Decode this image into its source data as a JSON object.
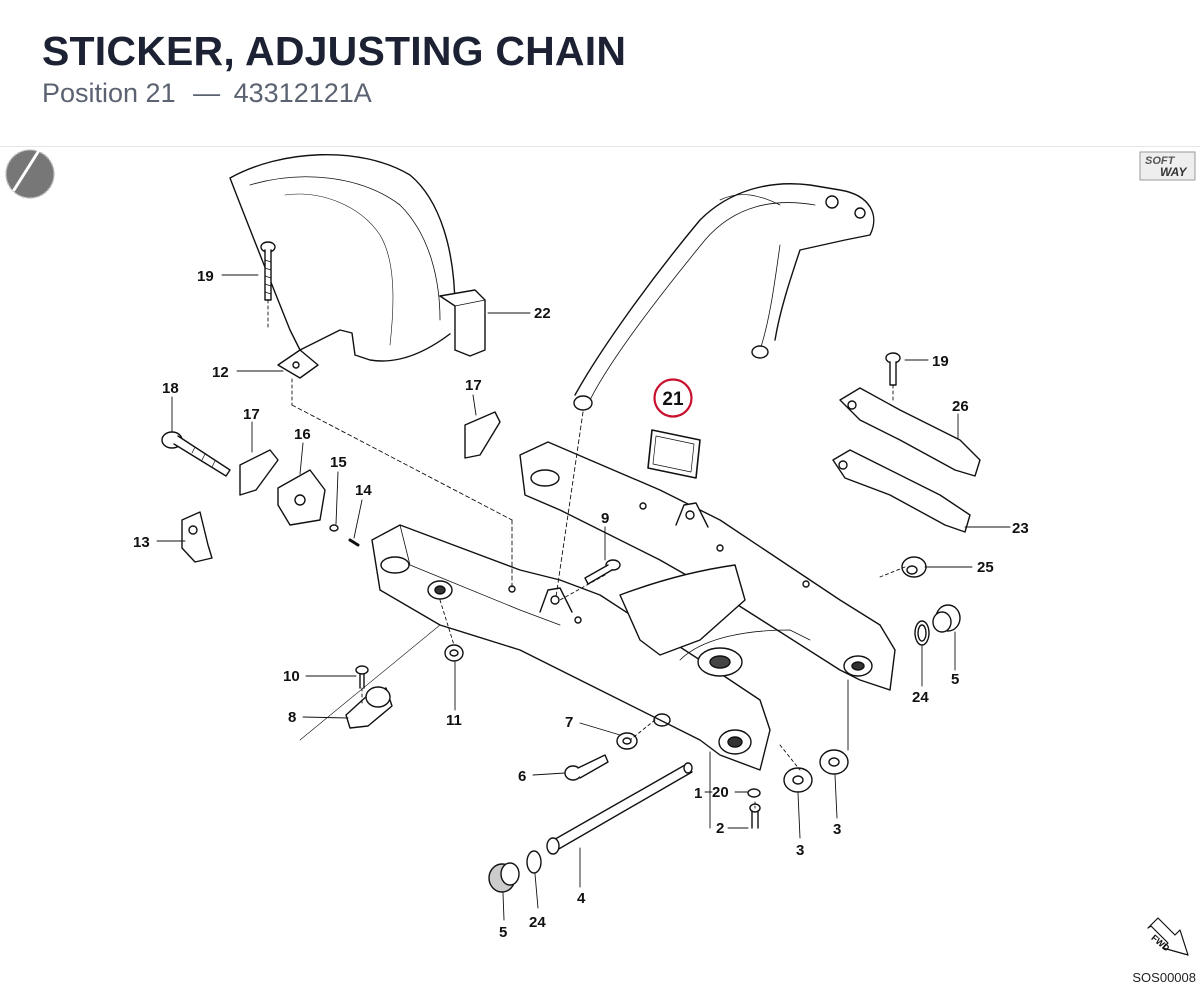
{
  "header": {
    "title": "STICKER, ADJUSTING CHAIN",
    "position_label": "Position 21",
    "separator": "—",
    "part_number": "43312121A"
  },
  "diagram": {
    "highlighted_callout": "21",
    "highlight_color": "#c8102e",
    "callouts": {
      "c19a": "19",
      "c22": "22",
      "c12": "12",
      "c17a": "17",
      "c18": "18",
      "c17b": "17",
      "c16": "16",
      "c15": "15",
      "c14": "14",
      "c13": "13",
      "c9": "9",
      "c19b": "19",
      "c26": "26",
      "c23": "23",
      "c25": "25",
      "c24a": "24",
      "c5a": "5",
      "c10": "10",
      "c8": "8",
      "c11": "11",
      "c7": "7",
      "c6": "6",
      "c1": "1",
      "c20": "20",
      "c2": "2",
      "c3a": "3",
      "c3b": "3",
      "c4": "4",
      "c5b": "5",
      "c24b": "24"
    },
    "logo_text_top": "SOFT",
    "logo_text_bottom": "WAY",
    "fwd_label": "FWD",
    "drawing_code": "SOS00008"
  }
}
